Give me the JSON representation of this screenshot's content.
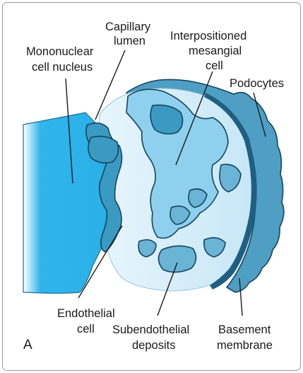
{
  "panel_label": "A",
  "labels": {
    "mononuclear_1": "Mononuclear",
    "mononuclear_2": "cell nucleus",
    "capillary_1": "Capillary",
    "capillary_2": "lumen",
    "mesangial_1": "Interpositioned",
    "mesangial_2": "mesangial",
    "mesangial_3": "cell",
    "podocytes": "Podocytes",
    "endothelial_1": "Endothelial",
    "endothelial_2": "cell",
    "subendothelial_1": "Subendothelial",
    "subendothelial_2": "deposits",
    "basement_1": "Basement",
    "basement_2": "membrane"
  },
  "colors": {
    "nucleus": "#2fb5eb",
    "lumen": "#d4ecf8",
    "mesangial": "#8fd0ee",
    "endothelial": "#3b9ac2",
    "deposits": "#6ab4d6",
    "podocytes": "#4f9ec4",
    "basement": "#1f5f82",
    "outline": "#15455c"
  }
}
